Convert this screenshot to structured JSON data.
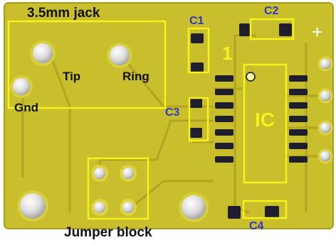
{
  "labels": {
    "jack": "3.5mm jack",
    "tip": "Tip",
    "ring": "Ring",
    "gnd": "Gnd",
    "jumper": "Jumper block",
    "c1": "C1",
    "c2": "C2",
    "c3": "C3",
    "c4": "C4",
    "ic": "IC",
    "pin1": "1",
    "plus": "+"
  },
  "colors": {
    "board": "#c8bd2b",
    "copper": "#e0d43c",
    "trace": "#b4a822",
    "pad": "#1b1b2a",
    "annotation": "#f6f21e",
    "label_blue": "#2a37c9",
    "label_black": "#111111"
  }
}
